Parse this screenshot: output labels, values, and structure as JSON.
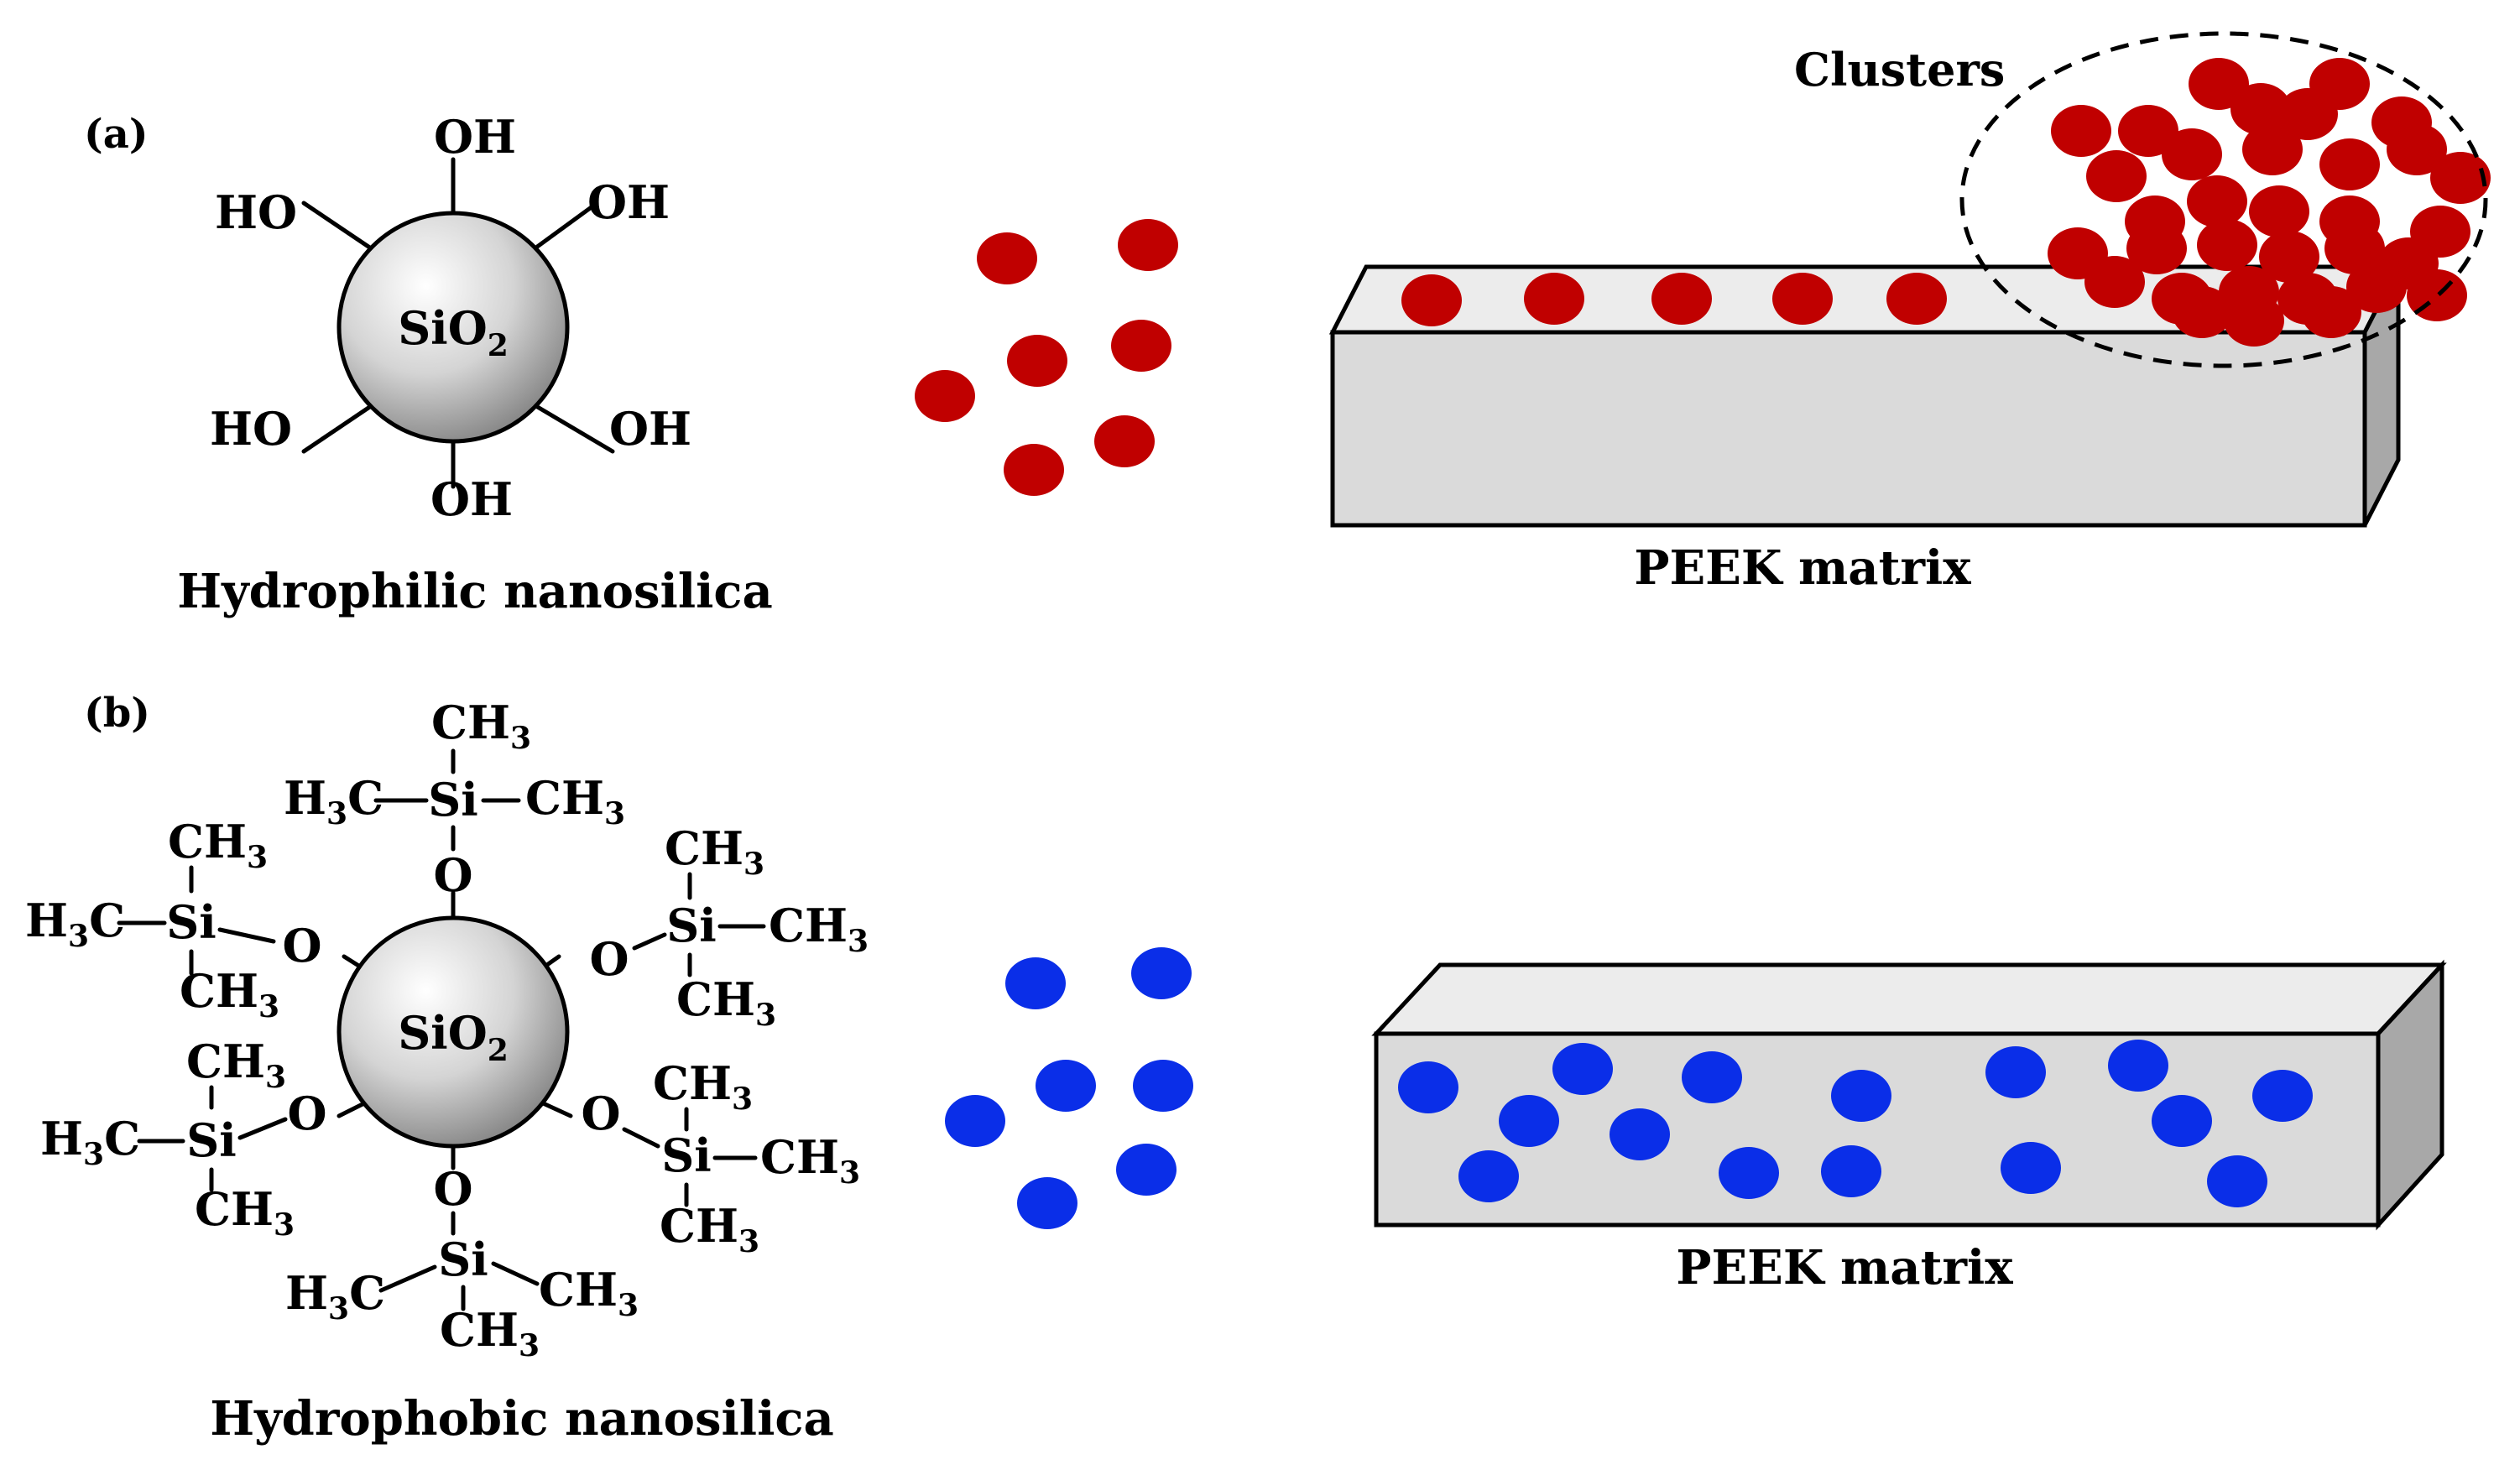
{
  "panel_a": {
    "label": "(a)",
    "core_label": "SiO",
    "core_sub": "2",
    "groups": [
      "OH",
      "OH",
      "HO",
      "HO",
      "OH",
      "OH"
    ],
    "caption": "Hydrophilic nanosilica",
    "clusters_label": "Clusters",
    "matrix_caption": "PEEK matrix"
  },
  "panel_b": {
    "label": "(b)",
    "core_label": "SiO",
    "core_sub": "2",
    "caption": "Hydrophobic nanosilica",
    "matrix_caption": "PEEK matrix",
    "si_label": "Si",
    "o_label": "O",
    "ch": "CH",
    "hc": "H",
    "c": "C",
    "three": "3"
  },
  "colors": {
    "hydrophilic_particle": "#c00000",
    "hydrophobic_particle": "#0a2ee8",
    "core_fill": "#cfcfcf"
  }
}
